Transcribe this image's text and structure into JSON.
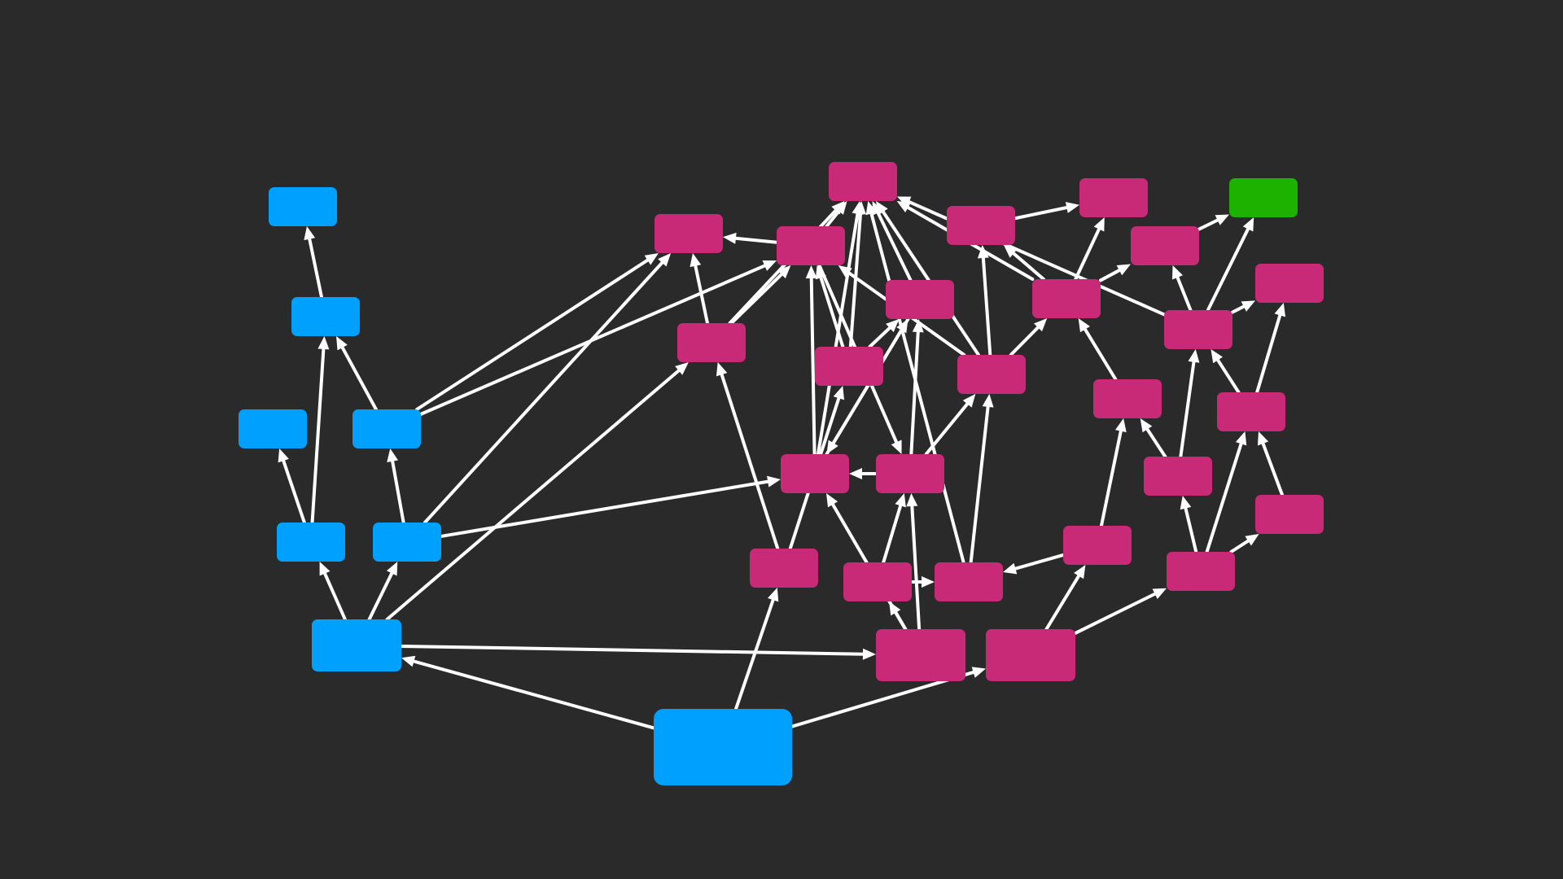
{
  "diagram": {
    "type": "directed-graph",
    "colors": {
      "background": "#2a2a2a",
      "edge": "#ffffff",
      "blue_node": "#00a0ff",
      "magenta_node": "#c82a78",
      "green_node": "#1db100"
    },
    "labels": [],
    "nodes": [
      {
        "id": "root",
        "color": "blue"
      },
      {
        "id": "b-hub",
        "color": "blue"
      },
      {
        "id": "b-l",
        "color": "blue"
      },
      {
        "id": "b-r",
        "color": "blue"
      },
      {
        "id": "b-ll",
        "color": "blue"
      },
      {
        "id": "b-rl",
        "color": "blue"
      },
      {
        "id": "b-mid",
        "color": "blue"
      },
      {
        "id": "b-top",
        "color": "blue"
      },
      {
        "id": "m-a",
        "color": "magenta"
      },
      {
        "id": "m-b",
        "color": "magenta"
      },
      {
        "id": "m-c",
        "color": "magenta"
      },
      {
        "id": "m-d",
        "color": "magenta"
      },
      {
        "id": "m-e",
        "color": "magenta"
      },
      {
        "id": "m-f",
        "color": "magenta"
      },
      {
        "id": "m-g",
        "color": "magenta"
      },
      {
        "id": "m-h",
        "color": "magenta"
      },
      {
        "id": "m-i",
        "color": "magenta"
      },
      {
        "id": "m-j",
        "color": "magenta"
      },
      {
        "id": "m-k",
        "color": "magenta"
      },
      {
        "id": "m-l",
        "color": "magenta"
      },
      {
        "id": "m-m",
        "color": "magenta"
      },
      {
        "id": "m-n",
        "color": "magenta"
      },
      {
        "id": "m-o",
        "color": "magenta"
      },
      {
        "id": "m-p",
        "color": "magenta"
      },
      {
        "id": "m-q",
        "color": "magenta"
      },
      {
        "id": "m-r",
        "color": "magenta"
      },
      {
        "id": "m-s",
        "color": "magenta"
      },
      {
        "id": "m-t",
        "color": "magenta"
      },
      {
        "id": "m-u",
        "color": "magenta"
      },
      {
        "id": "m-v",
        "color": "magenta"
      },
      {
        "id": "m-w",
        "color": "magenta"
      },
      {
        "id": "m-x",
        "color": "magenta"
      },
      {
        "id": "m-y",
        "color": "magenta"
      },
      {
        "id": "m-z",
        "color": "magenta"
      },
      {
        "id": "m-aa",
        "color": "magenta"
      },
      {
        "id": "m-bb",
        "color": "magenta"
      },
      {
        "id": "g-top",
        "color": "green"
      }
    ],
    "edges": [
      [
        "root",
        "b-hub"
      ],
      [
        "root",
        "m-f"
      ],
      [
        "root",
        "m-g"
      ],
      [
        "b-hub",
        "b-l"
      ],
      [
        "b-hub",
        "b-r"
      ],
      [
        "b-hub",
        "m-d"
      ],
      [
        "b-hub",
        "m-h"
      ],
      [
        "b-l",
        "b-ll"
      ],
      [
        "b-l",
        "b-mid"
      ],
      [
        "b-r",
        "b-rl"
      ],
      [
        "b-r",
        "m-i"
      ],
      [
        "b-rl",
        "b-mid"
      ],
      [
        "b-rl",
        "m-h"
      ],
      [
        "b-mid",
        "b-top"
      ],
      [
        "m-h",
        "m-j"
      ],
      [
        "m-h",
        "m-a"
      ],
      [
        "m-h",
        "m-b"
      ],
      [
        "m-j",
        "m-a"
      ],
      [
        "m-i",
        "m-a"
      ],
      [
        "m-d",
        "m-c"
      ],
      [
        "m-c",
        "m-j"
      ],
      [
        "m-c",
        "m-n"
      ],
      [
        "m-n",
        "m-j"
      ],
      [
        "m-n",
        "m-i"
      ],
      [
        "m-n",
        "m-a"
      ],
      [
        "m-f",
        "m-e"
      ],
      [
        "m-f",
        "m-k"
      ],
      [
        "m-e",
        "m-c"
      ],
      [
        "m-e",
        "m-l"
      ],
      [
        "m-l",
        "m-o"
      ],
      [
        "m-l",
        "m-a"
      ],
      [
        "m-l",
        "m-p"
      ],
      [
        "m-o",
        "m-a"
      ],
      [
        "m-o",
        "m-q"
      ],
      [
        "m-k",
        "m-l"
      ],
      [
        "m-k",
        "m-m"
      ],
      [
        "m-k",
        "m-p"
      ],
      [
        "m-m",
        "m-p"
      ],
      [
        "m-m",
        "m-q"
      ],
      [
        "m-p",
        "m-o"
      ],
      [
        "m-p",
        "m-r"
      ],
      [
        "m-r",
        "m-s"
      ],
      [
        "m-s",
        "m-a"
      ],
      [
        "m-s",
        "m-b"
      ],
      [
        "m-g",
        "m-t"
      ],
      [
        "m-g",
        "m-y"
      ],
      [
        "m-t",
        "m-u"
      ],
      [
        "m-t",
        "m-v"
      ],
      [
        "m-u",
        "m-w"
      ],
      [
        "m-w",
        "m-r"
      ],
      [
        "m-q",
        "m-s"
      ],
      [
        "m-v",
        "m-x"
      ],
      [
        "m-v",
        "m-aa"
      ],
      [
        "m-x",
        "m-z"
      ],
      [
        "m-x",
        "g-top"
      ],
      [
        "m-x",
        "m-bb"
      ],
      [
        "m-aa",
        "m-x"
      ],
      [
        "m-aa",
        "m-ab"
      ],
      [
        "m-y",
        "m-v"
      ],
      [
        "m-y",
        "m-ab"
      ],
      [
        "m-y",
        "m-ac"
      ],
      [
        "m-ac",
        "m-ab"
      ],
      [
        "m-ab",
        "m-bb"
      ],
      [
        "m-ab",
        "m-x"
      ],
      [
        "m-z",
        "g-top"
      ],
      [
        "m-x",
        "m-a"
      ]
    ]
  }
}
